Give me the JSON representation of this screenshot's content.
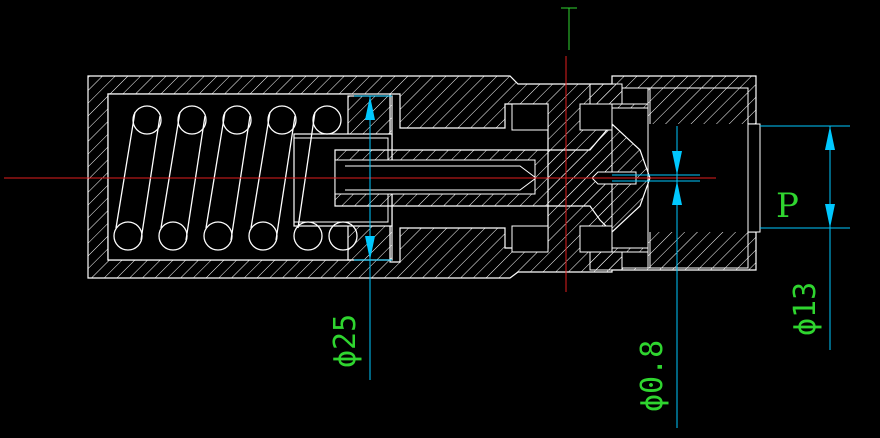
{
  "drawing": {
    "label_pressure": "P",
    "dimensions": [
      {
        "id": "d25",
        "text": "ϕ25"
      },
      {
        "id": "d08",
        "text": "ϕ0.8"
      },
      {
        "id": "d13",
        "text": "ϕ13"
      }
    ]
  },
  "colors": {
    "background": "#000000",
    "outline": "#ffffff",
    "hatch": "#ffffff",
    "centerline": "#e01e1e",
    "dimension_line": "#00c8ff",
    "dimension_text": "#2fd52f",
    "leader": "#2fd52f"
  }
}
